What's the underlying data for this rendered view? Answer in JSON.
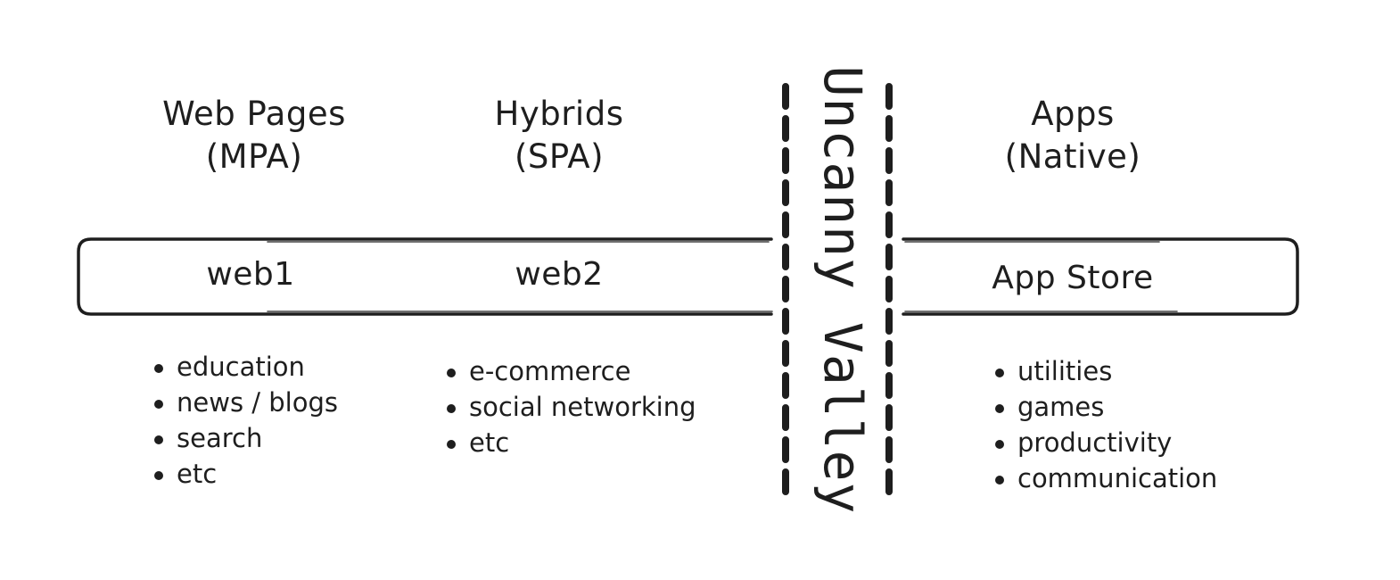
{
  "columns": [
    {
      "heading": [
        "Web Pages",
        "(MPA)"
      ],
      "label": "web1",
      "bullets": [
        "education",
        "news / blogs",
        "search",
        "etc"
      ]
    },
    {
      "heading": [
        "Hybrids",
        "(SPA)"
      ],
      "label": "web2",
      "bullets": [
        "e-commerce",
        "social networking",
        "etc"
      ]
    },
    {
      "heading": [
        "Apps",
        "(Native)"
      ],
      "label": "App Store",
      "bullets": [
        "utilities",
        "games",
        "productivity",
        "communication"
      ]
    }
  ],
  "divider": {
    "label": "Uncanny Valley"
  },
  "colors": {
    "stroke": "#1e1e1e",
    "background": "#ffffff"
  }
}
